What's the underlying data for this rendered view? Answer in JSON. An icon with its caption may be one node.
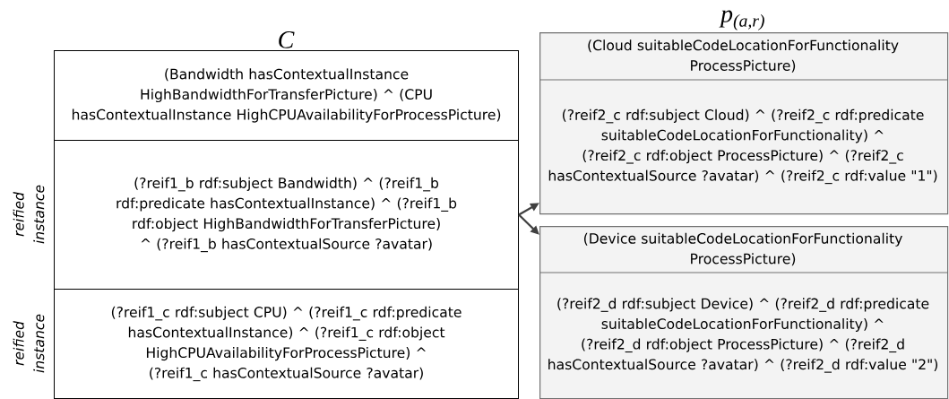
{
  "diagram": {
    "nodes": [
      {
        "text": [
          "C"
        ]
      },
      {
        "text": [
          "(Bandwidth hasContextualInstance HighBandwidthForTransferPicture) ^ (CPU hasContextualInstance HighCPUAvailabilityForProcessPicture)"
        ],
        "in": 0
      },
      {
        "text": [
          "(?reif1_b rdf:subject Bandwidth) ^ (?reif1_b rdf:predicate hasContextualInstance) ^ (?reif1_b rdf:object HighBandwidthForTransferPicture) ^ (?reif1_b hasContextualSource ?avatar)"
        ],
        "in": 0,
        "beside": [
          "reified instance"
        ]
      },
      {
        "text": [
          "(?reif1_c rdf:subject CPU) ^ (?reif1_c rdf:predicate hasContextualInstance) ^ (?reif1_c rdf:object HighCPUAvailabilityForProcessPicture) ^ (?reif1_c hasContextualSource ?avatar)"
        ],
        "in": 0,
        "beside": [
          "reified instance"
        ]
      },
      {
        "text": [
          "(Cloud suitableCodeLocationForFunctionality ProcessPicture)",
          "(?reif2_c rdf:subject Cloud) ^ (?reif2_c rdf:predicate suitableCodeLocationForFunctionality) ^ (?reif2_c rdf:object ProcessPicture) ^ (?reif2_c hasContextualSource ?avatar) ^ (?reif2_c rdf:value \"1\")"
        ]
      },
      {
        "text": [
          "(Device suitableCodeLocationForFunctionality ProcessPicture)",
          "(?reif2_d rdf:subject Device) ^ (?reif2_d rdf:predicate suitableCodeLocationForFunctionality) ^ (?reif2_d rdf:object ProcessPicture) ^ (?reif2_d hasContextualSource ?avatar) ^ (?reif2_d rdf:value \"2\")"
        ]
      }
    ],
    "edges": [
      {
        "from": 2,
        "to": 4,
        "arrow": "to"
      },
      {
        "from": 2,
        "to": 5,
        "arrow": "to"
      }
    ],
    "labels": [
      "p$_{(a,r)}$"
    ]
  }
}
